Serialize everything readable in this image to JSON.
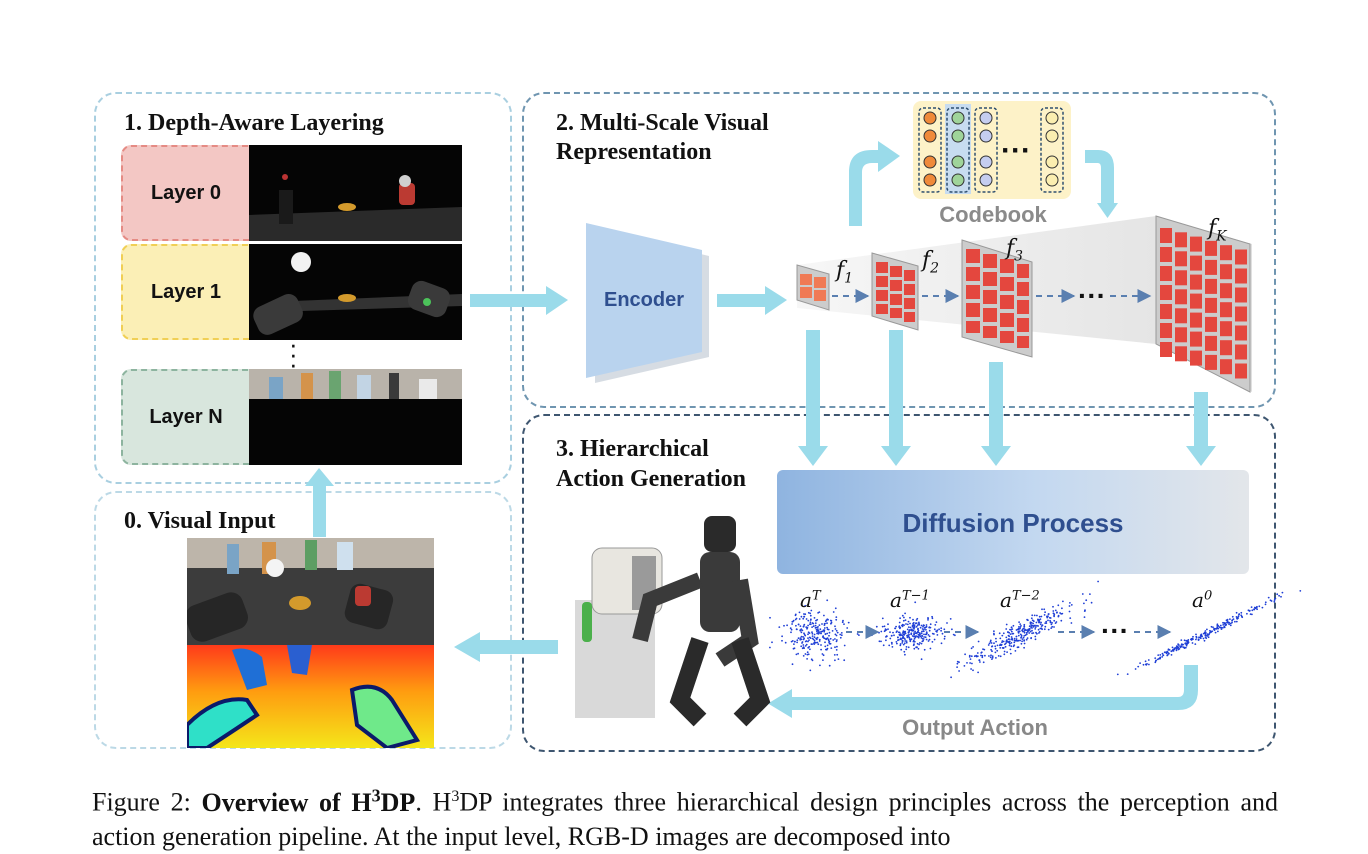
{
  "panels": {
    "layering": {
      "title": "1. Depth-Aware Layering",
      "layers": [
        "Layer 0",
        "Layer 1",
        "Layer N"
      ]
    },
    "visual_input": {
      "title": "0. Visual Input"
    },
    "multiscale": {
      "title_line1": "2. Multi-Scale Visual",
      "title_line2": "Representation",
      "encoder": "Encoder",
      "codebook": "Codebook",
      "features": [
        "f",
        "f",
        "f",
        "f"
      ],
      "feature_subscripts": [
        "1",
        "2",
        "3",
        "K"
      ]
    },
    "action": {
      "title_line1": "3. Hierarchical",
      "title_line2": "Action Generation",
      "diffusion": "Diffusion Process",
      "steps": [
        "a",
        "a",
        "a",
        "a"
      ],
      "step_superscripts": [
        "T",
        "T−1",
        "T−2",
        "0"
      ],
      "output": "Output Action"
    }
  },
  "caption": {
    "prefix": "Figure 2: ",
    "bold_before": "Overview of H",
    "bold_sup": "3",
    "bold_after": "DP",
    "text_before_sup": ". H",
    "text_sup": "3",
    "text_rest": "DP integrates three hierarchical design principles across the perception and action generation pipeline. At the input level, RGB-D images are decomposed into"
  },
  "colors": {
    "arrow": "#9adbea",
    "encoder": "#b9d3ee",
    "diffusion_text": "#2f4f8f",
    "feature_red": "#e4473e"
  }
}
